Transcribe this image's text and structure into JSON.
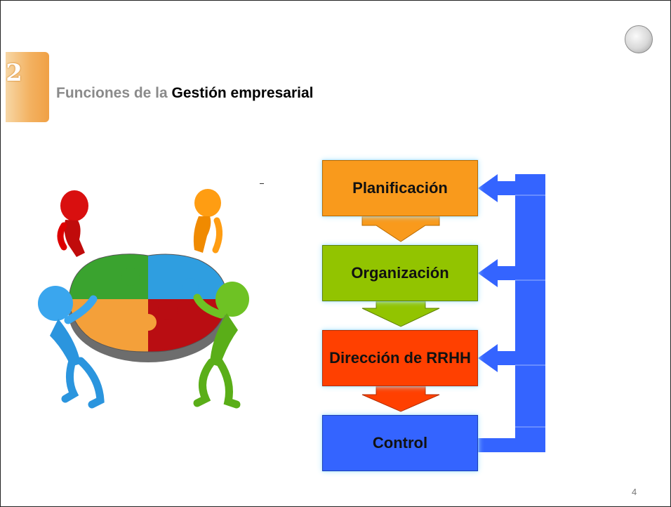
{
  "slide": {
    "section_number": "2",
    "title_prefix": "Funciones de la",
    "title_emphasis": "Gestión empresarial",
    "page_number": "4"
  },
  "flow": {
    "steps": [
      {
        "label": "Planificación",
        "color": "#f99a1c"
      },
      {
        "label": "Organización",
        "color": "#92c400"
      },
      {
        "label": "Dirección de RRHH",
        "color": "#ff4000"
      },
      {
        "label": "Control",
        "color": "#3464ff"
      }
    ],
    "feedback_color": "#3464ff"
  },
  "images": {
    "puzzle": "four-figures-holding-puzzle-illustration",
    "seal": "university-seal-icon"
  }
}
